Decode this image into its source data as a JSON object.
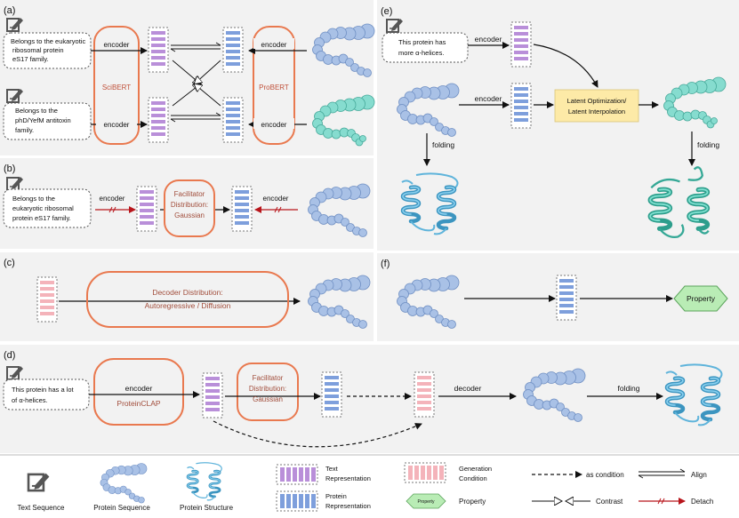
{
  "panels": {
    "a": "(a)",
    "b": "(b)",
    "c": "(c)",
    "d": "(d)",
    "e": "(e)",
    "f": "(f)"
  },
  "a": {
    "text1": [
      "Belongs to the eukaryotic",
      "ribosomal protein",
      "eS17 family."
    ],
    "text2": [
      "Belongs to the",
      "phD/YefM antitoxin",
      "family."
    ],
    "encoder": "encoder",
    "scibert": "SciBERT",
    "probert": "ProBERT"
  },
  "b": {
    "text": [
      "Belongs to the",
      "eukaryotic ribosomal",
      "protein eS17 family."
    ],
    "encoder": "encoder",
    "facilitator": [
      "Facilitator",
      "Distribution:",
      "Gaussian"
    ]
  },
  "c": {
    "decoder": [
      "Decoder Distribution:",
      "Autoregressive / Diffusion"
    ]
  },
  "d": {
    "text": [
      "This protein has a lot",
      "of α-helices."
    ],
    "encoder": "encoder",
    "proteinclap": "ProteinCLAP",
    "facilitator": [
      "Facilitator",
      "Distribution:",
      "Gaussian"
    ],
    "decoder": "decoder",
    "folding": "folding"
  },
  "e": {
    "text": [
      "This protein has",
      "more α-helices."
    ],
    "encoder": "encoder",
    "latent": [
      "Latent Optimization/",
      "Latent Interpolation"
    ],
    "folding": "folding"
  },
  "f": {
    "property": "Property"
  },
  "legend": {
    "text_sequence": "Text Sequence",
    "protein_sequence": "Protein Sequence",
    "protein_structure": "Protein Structure",
    "text_rep": [
      "Text",
      "Representation"
    ],
    "protein_rep": [
      "Protein",
      "Representation"
    ],
    "generation": [
      "Generation",
      "Condition"
    ],
    "property_icon": "Property",
    "property": "Property",
    "as_condition": "as condition",
    "align": "Align",
    "contrast": "Contrast",
    "detach": "Detach"
  },
  "colors": {
    "panel_bg": "#f2f2f2",
    "orange": "#e9794f",
    "purple": "#b98fd9",
    "blue": "#7e9fdc",
    "pink": "#f4b3ba",
    "protein_blue": "#a9c1e6",
    "protein_teal": "#86dccf",
    "structure_blue": "#5fb4db",
    "structure_teal": "#4fc8b5",
    "latent_box": "#fdeaa7",
    "property_green": "#b9ecb5",
    "detach_red": "#b8151b"
  }
}
